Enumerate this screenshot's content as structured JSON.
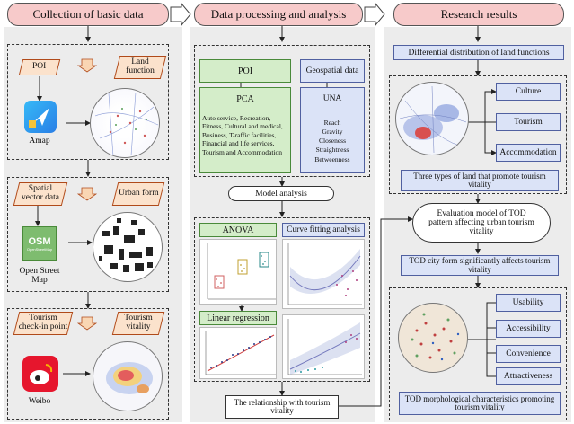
{
  "headers": {
    "col1": "Collection of basic data",
    "col2": "Data processing and analysis",
    "col3": "Research results"
  },
  "col1": {
    "poi": "POI",
    "land_function": "Land function",
    "amap": "Amap",
    "spatial_vector": "Spatial vector data",
    "urban_form": "Urban form",
    "osm_logo": "OSM",
    "osm_logo_sub": "OpenStreetMap",
    "open_street_map": "Open Street Map",
    "tourism_checkin": "Tourism check-in point",
    "tourism_vitality": "Tourism vitality",
    "weibo": "Weibo"
  },
  "col2": {
    "poi": "POI",
    "geospatial": "Geospatial data",
    "pca": "PCA",
    "una": "UNA",
    "pca_text": "Auto service, Recreation, Fitness, Cultural and medical, Business, T-raffic facilities, Financial and life services, Tourism and Accommodation",
    "una_items": [
      "Reach",
      "Gravity",
      "Closeness",
      "Straightness",
      "Betweenness"
    ],
    "model_analysis": "Model analysis",
    "anova": "ANOVA",
    "curve_fitting": "Curve fitting analysis",
    "linear_regression": "Linear regression",
    "relationship": "The relationship with tourism vitality"
  },
  "col3": {
    "differential": "Differential distribution of land functions",
    "culture": "Culture",
    "tourism": "Tourism",
    "accommodation": "Accommodation",
    "three_types": "Three types of land that promote tourism vitality",
    "evaluation_model": "Evaluation model of TOD pattern affecting urban tourism vitality",
    "tod_city_form": "TOD city form significantly affects tourism vitality",
    "usability": "Usability",
    "accessibility": "Accessibility",
    "convenience": "Convenience",
    "attractiveness": "Attractiveness",
    "tod_morph": "TOD morphological characteristics promoting tourism vitality"
  },
  "colors": {
    "header_fill": "#f7caca",
    "orange_fill": "#fbe2cc",
    "green_fill": "#d4edc9",
    "blue_fill": "#dbe3f7",
    "column_bg": "#ececec"
  }
}
